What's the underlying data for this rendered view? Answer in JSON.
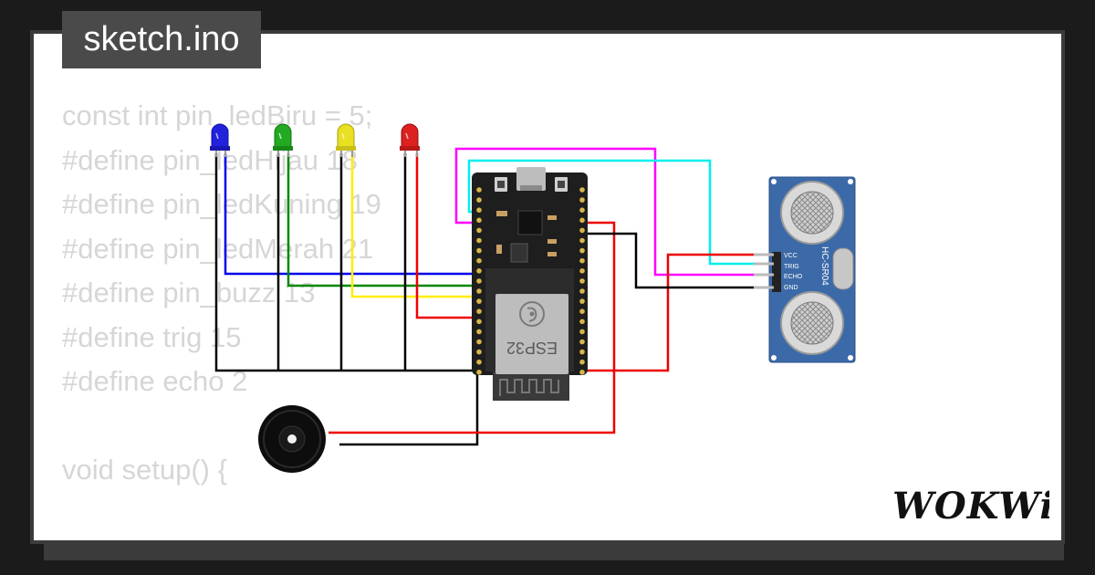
{
  "title": "sketch.ino",
  "code_lines": [
    "const int pin_ledBiru = 5;",
    "#define pin_ledHijau 18",
    "#define pin_ledKuning 19",
    "#define pin_ledMerah 21",
    "#define pin_buzz 13",
    "#define trig 15",
    "#define echo 2",
    "",
    "void setup() {"
  ],
  "esp32": {
    "chip_label": "ESP32"
  },
  "sensor": {
    "model": "HC-SR04",
    "pins": [
      "VCC",
      "TRIG",
      "ECHO",
      "GND"
    ]
  },
  "leds": [
    {
      "color_name": "blue",
      "color": "#2222dd"
    },
    {
      "color_name": "green",
      "color": "#22aa22"
    },
    {
      "color_name": "yellow",
      "color": "#e8e020"
    },
    {
      "color_name": "red",
      "color": "#dd2020"
    }
  ],
  "logo_text": "WOKWi",
  "colors": {
    "wire_blue": "#0000ee",
    "wire_green": "#008800",
    "wire_yellow": "#ffee00",
    "wire_red": "#ee0000",
    "wire_black": "#000000",
    "wire_magenta": "#ff00ff",
    "wire_cyan": "#00eeee",
    "board": "#1e1e1e",
    "sensor_board": "#3c6aa8"
  }
}
